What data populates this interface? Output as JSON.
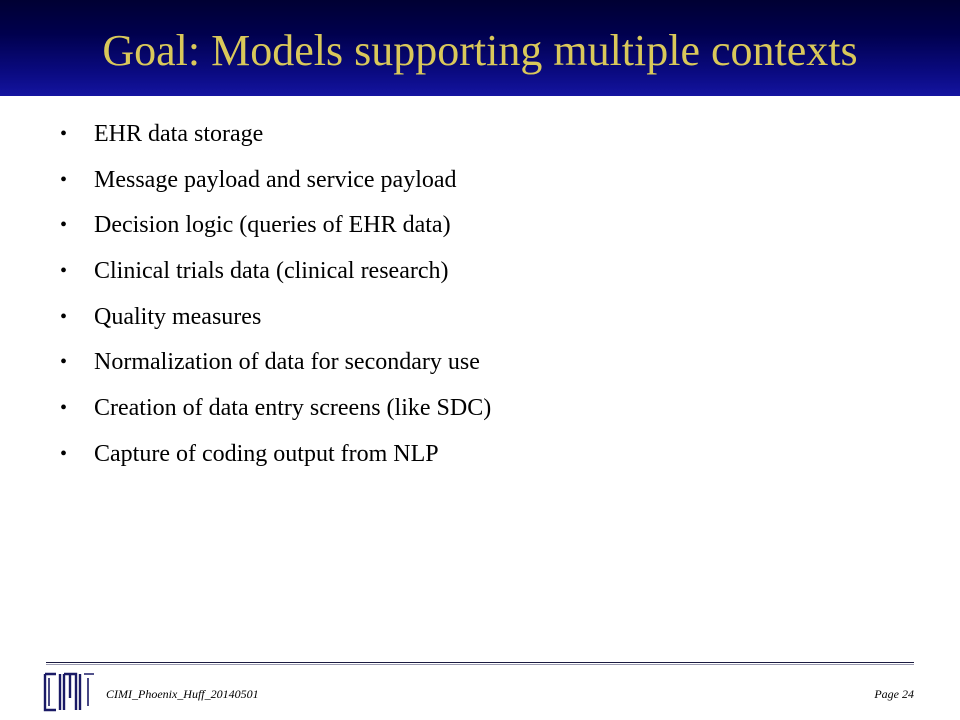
{
  "slide": {
    "title": "Goal:  Models supporting multiple contexts",
    "bullets": [
      "EHR data storage",
      "Message payload and service payload",
      "Decision logic (queries of EHR data)",
      "Clinical trials data (clinical research)",
      "Quality measures",
      "Normalization of data for secondary use",
      "Creation of data entry screens (like SDC)",
      "Capture of coding output from NLP"
    ],
    "bullet_glyph": "•"
  },
  "footer": {
    "logo_text": "CIMI",
    "left_text": "CIMI_Phoenix_Huff_20140501",
    "page_label": "Page 24"
  },
  "colors": {
    "title_text": "#d9c85a",
    "title_bar": "#00004d",
    "logo": "#1a1a66"
  }
}
